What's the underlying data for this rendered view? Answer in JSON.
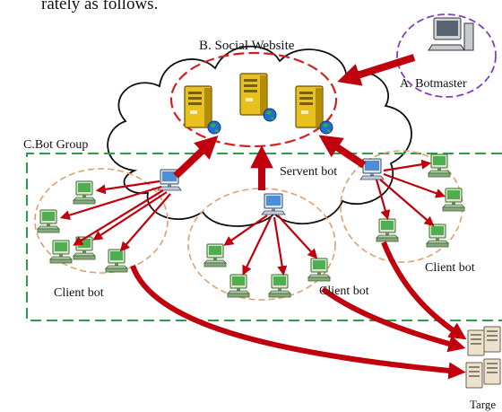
{
  "top_text": "rately as follows.",
  "labels": {
    "social_website": "B. Social Website",
    "botmaster": "A. Botmaster",
    "bot_group": "C.Bot Group",
    "servent_bot": "Servent bot",
    "client_bot_left": "Client bot",
    "client_bot_middle": "Client bot",
    "client_bot_right": "Client bot",
    "target": "Targe"
  },
  "colors": {
    "arrow": "#c0000c",
    "cloud_stroke": "#111111",
    "social_ellipse": "#d22020",
    "botmaster_ellipse": "#8040c0",
    "group_border": "#2e9e4e",
    "cluster_ellipse": "#e0a070",
    "server_gold": "#e2b800",
    "pc_green": "#49a04b",
    "pc_blue": "#4a90d0"
  },
  "icons": {
    "server": "server-tower-icon",
    "pc": "desktop-computer-icon",
    "target": "target-server-icon"
  }
}
